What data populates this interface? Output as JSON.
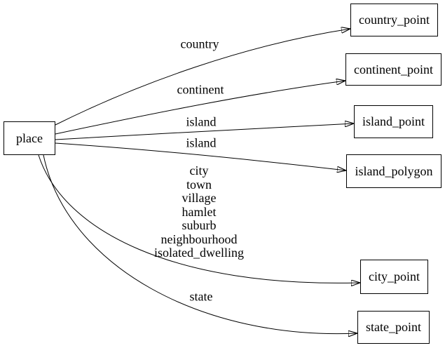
{
  "diagram": {
    "type": "directed-graph",
    "background_color": "#ffffff",
    "node_fill_color": "#ffffff",
    "node_border_color": "#000000",
    "edge_color": "#000000",
    "text_color": "#000000",
    "nodes": [
      {
        "id": "place",
        "label": "place"
      },
      {
        "id": "country_point",
        "label": "country_point"
      },
      {
        "id": "continent_point",
        "label": "continent_point"
      },
      {
        "id": "island_point",
        "label": "island_point"
      },
      {
        "id": "island_polygon",
        "label": "island_polygon"
      },
      {
        "id": "city_point",
        "label": "city_point"
      },
      {
        "id": "state_point",
        "label": "state_point"
      }
    ],
    "edges": [
      {
        "from": "place",
        "to": "country_point",
        "label": "country"
      },
      {
        "from": "place",
        "to": "continent_point",
        "label": "continent"
      },
      {
        "from": "place",
        "to": "island_point",
        "label": "island"
      },
      {
        "from": "place",
        "to": "island_polygon",
        "label": "island"
      },
      {
        "from": "place",
        "to": "city_point",
        "label": "city\ntown\nvillage\nhamlet\nsuburb\nneighbourhood\nisolated_dwelling"
      },
      {
        "from": "place",
        "to": "state_point",
        "label": "state"
      }
    ]
  }
}
